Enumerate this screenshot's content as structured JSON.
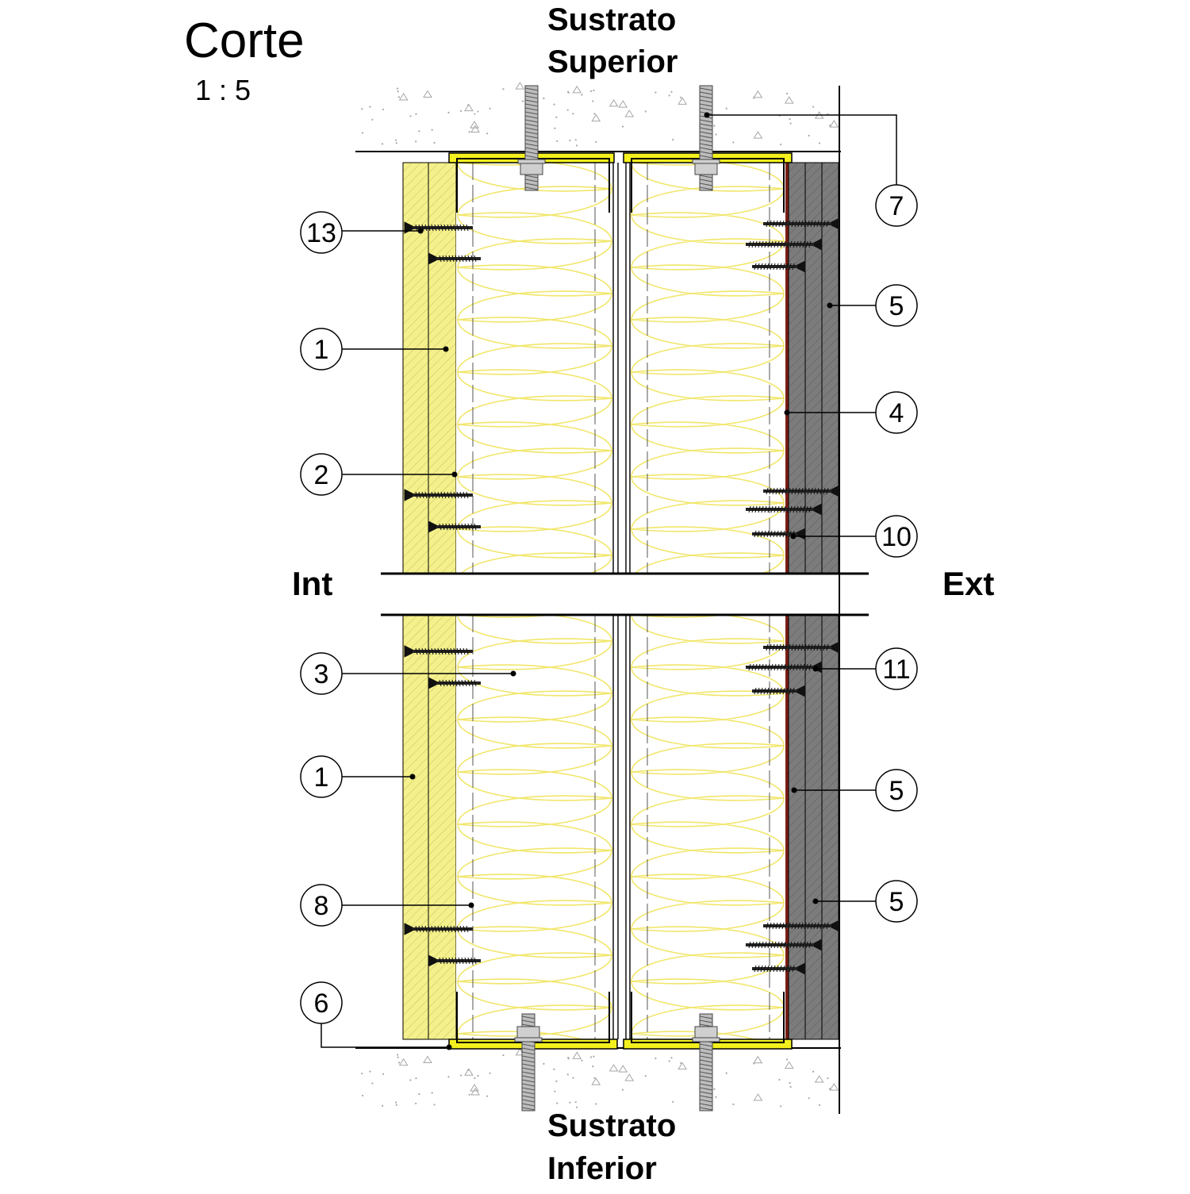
{
  "title": "Corte",
  "scale": "1 : 5",
  "substrate_top_line1": "Sustrato",
  "substrate_top_line2": "Superior",
  "substrate_bottom_line1": "Sustrato",
  "substrate_bottom_line2": "Inferior",
  "side_interior": "Int",
  "side_exterior": "Ext",
  "callouts": [
    {
      "id": "c13",
      "label": "13"
    },
    {
      "id": "c1a",
      "label": "1"
    },
    {
      "id": "c2",
      "label": "2"
    },
    {
      "id": "c3",
      "label": "3"
    },
    {
      "id": "c1b",
      "label": "1"
    },
    {
      "id": "c8",
      "label": "8"
    },
    {
      "id": "c6",
      "label": "6"
    },
    {
      "id": "c7",
      "label": "7"
    },
    {
      "id": "c5a",
      "label": "5"
    },
    {
      "id": "c4",
      "label": "4"
    },
    {
      "id": "c10",
      "label": "10"
    },
    {
      "id": "c11",
      "label": "11"
    },
    {
      "id": "c5b",
      "label": "5"
    },
    {
      "id": "c5c",
      "label": "5"
    }
  ],
  "colors": {
    "interior_board": "#f4f08c",
    "insulation_line": "#f1e66a",
    "exterior_board": "#7c7c7c",
    "membrane": "#7a1e14",
    "track_fill": "#f4f01e",
    "concrete_speck": "#a6a6a6",
    "line": "#000000"
  }
}
